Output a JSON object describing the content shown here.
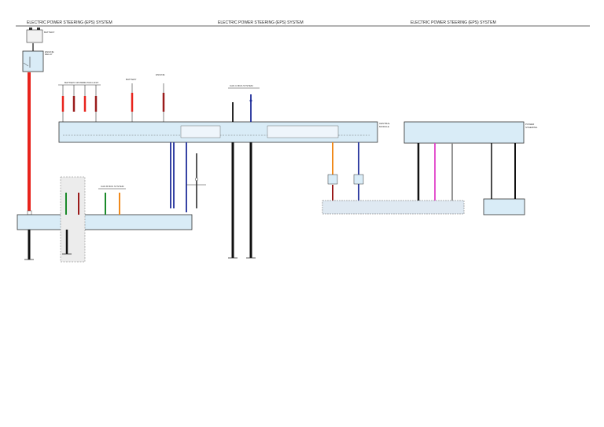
{
  "header": {
    "title_left": "ELECTRIC POWER STEERING (EPS) SYSTEM",
    "title_center": "ELECTRIC POWER STEERING (EPS) SYSTEM",
    "title_right": "ELECTRIC POWER STEERING (EPS) SYSTEM"
  },
  "colors": {
    "wire_red": "#e8231c",
    "wire_darkred": "#9a1b1b",
    "wire_blue": "#1f2e9a",
    "wire_green": "#1a8a2a",
    "wire_orange": "#f08a1c",
    "wire_pink": "#e040c8",
    "wire_gray": "#8a8a8a",
    "wire_black": "#111111",
    "component_fill": "#d9ecf7",
    "connector_fill": "#dfe9f2"
  },
  "icons": [
    "battery-icon",
    "ground-icon",
    "splice-icon",
    "fuse-icon"
  ]
}
